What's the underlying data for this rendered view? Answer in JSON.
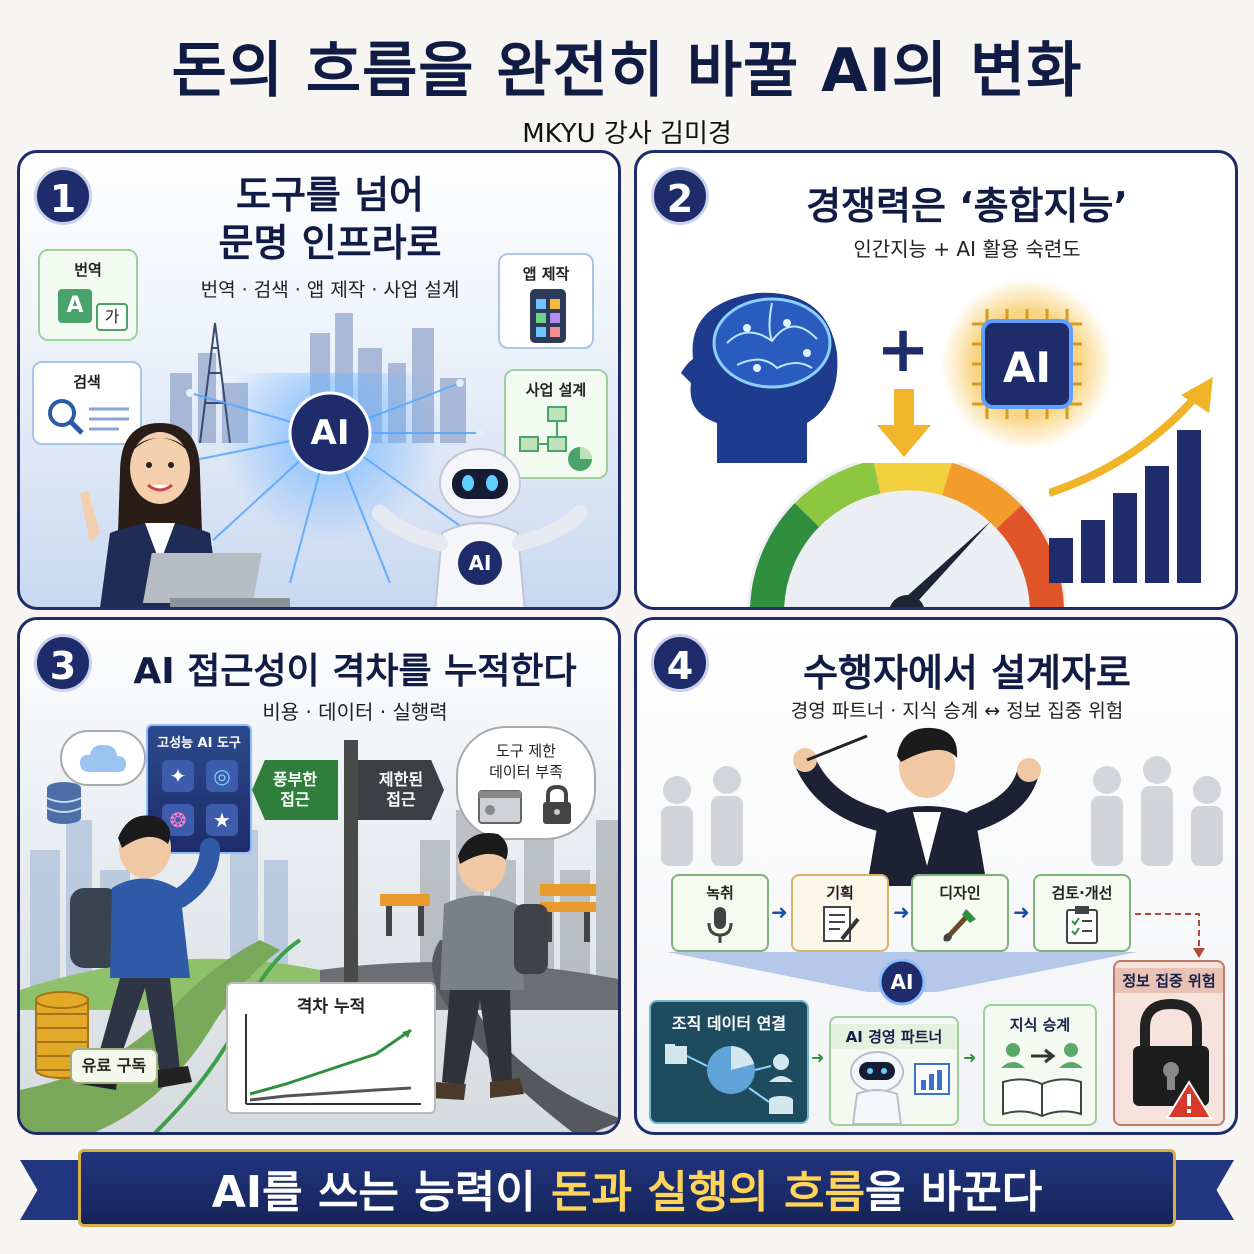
{
  "header": {
    "title": "돈의 흐름을 완전히 바꿀 AI의 변화",
    "author": "MKYU 강사 김미경"
  },
  "panel1": {
    "number": "1",
    "title_line1": "도구를 넘어",
    "title_line2": "문명 인프라로",
    "subtitle": "번역 · 검색 · 앱 제작 · 사업 설계",
    "cards": {
      "translate": "번역",
      "translate_a": "A",
      "translate_ga": "가",
      "search": "검색",
      "app": "앱 제작",
      "business": "사업 설계"
    },
    "hub_label": "AI",
    "robot_label": "AI"
  },
  "panel2": {
    "number": "2",
    "title": "경쟁력은 ‘총합지능’",
    "subtitle": "인간지능 + AI 활용 숙련도",
    "plus": "+",
    "chip_label": "AI",
    "bars": [
      0.25,
      0.35,
      0.5,
      0.65,
      0.85
    ],
    "colors": {
      "navy": "#1e2c6b",
      "gold": "#f0b429"
    }
  },
  "panel3": {
    "number": "3",
    "title": "AI 접근성이 격차를 누적한다",
    "subtitle": "비용 · 데이터 · 실행력",
    "tools_label": "고성능 AI 도구",
    "sign_rich_line1": "풍부한",
    "sign_rich_line2": "접근",
    "sign_limited_line1": "제한된",
    "sign_limited_line2": "접근",
    "thought_line1": "도구 제한",
    "thought_line2": "데이터 부족",
    "paid_label": "유료 구독",
    "gap_chart_title": "격차 누적"
  },
  "panel4": {
    "number": "4",
    "title": "수행자에서 설계자로",
    "subtitle": "경영 파트너 · 지식 승계 ↔ 정보 집중 위험",
    "steps": [
      "녹취",
      "기획",
      "디자인",
      "검토·개선"
    ],
    "hub_label": "AI",
    "org_data": "조직 데이터 연결",
    "partner": "AI 경영 파트너",
    "succession": "지식 승계",
    "risk": "정보 집중 위험"
  },
  "banner": {
    "part1": "AI를 쓰는 능력이 ",
    "highlight1": "돈과 실행의 흐름",
    "part2": "을 바꾼다"
  }
}
